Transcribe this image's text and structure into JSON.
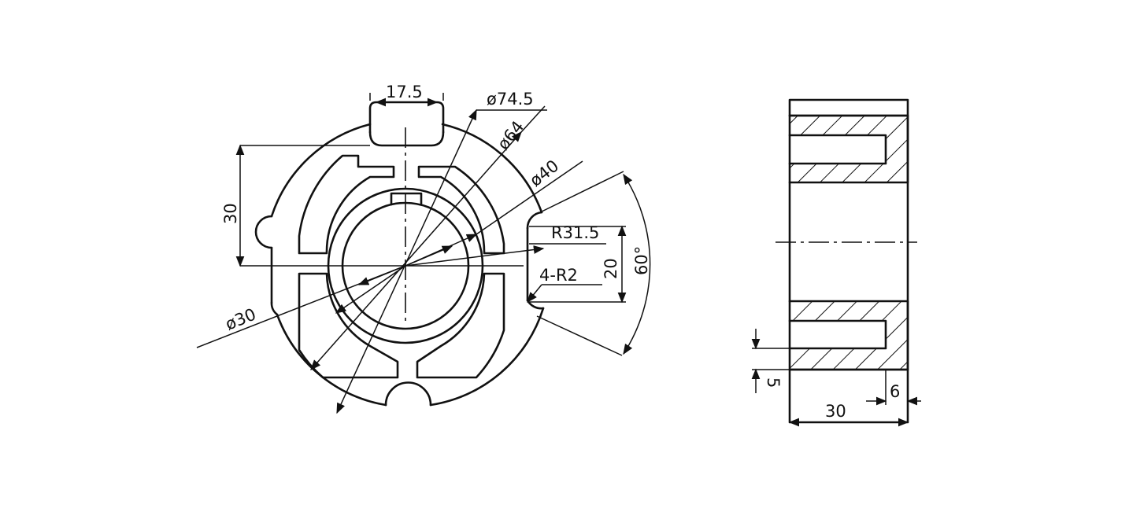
{
  "front_view": {
    "dimensions": {
      "key_width": "17.5",
      "outer_diameter": "ø74.5",
      "diameter_64": "ø64",
      "diameter_40": "ø40",
      "bore_diameter": "ø30",
      "height_30": "30",
      "radius": "R31.5",
      "gap_20": "20",
      "fillet_radius": "4-R2",
      "angle": "60°"
    }
  },
  "side_view": {
    "dimensions": {
      "slot_5": "5",
      "width_30": "30",
      "wall_6": "6"
    }
  }
}
